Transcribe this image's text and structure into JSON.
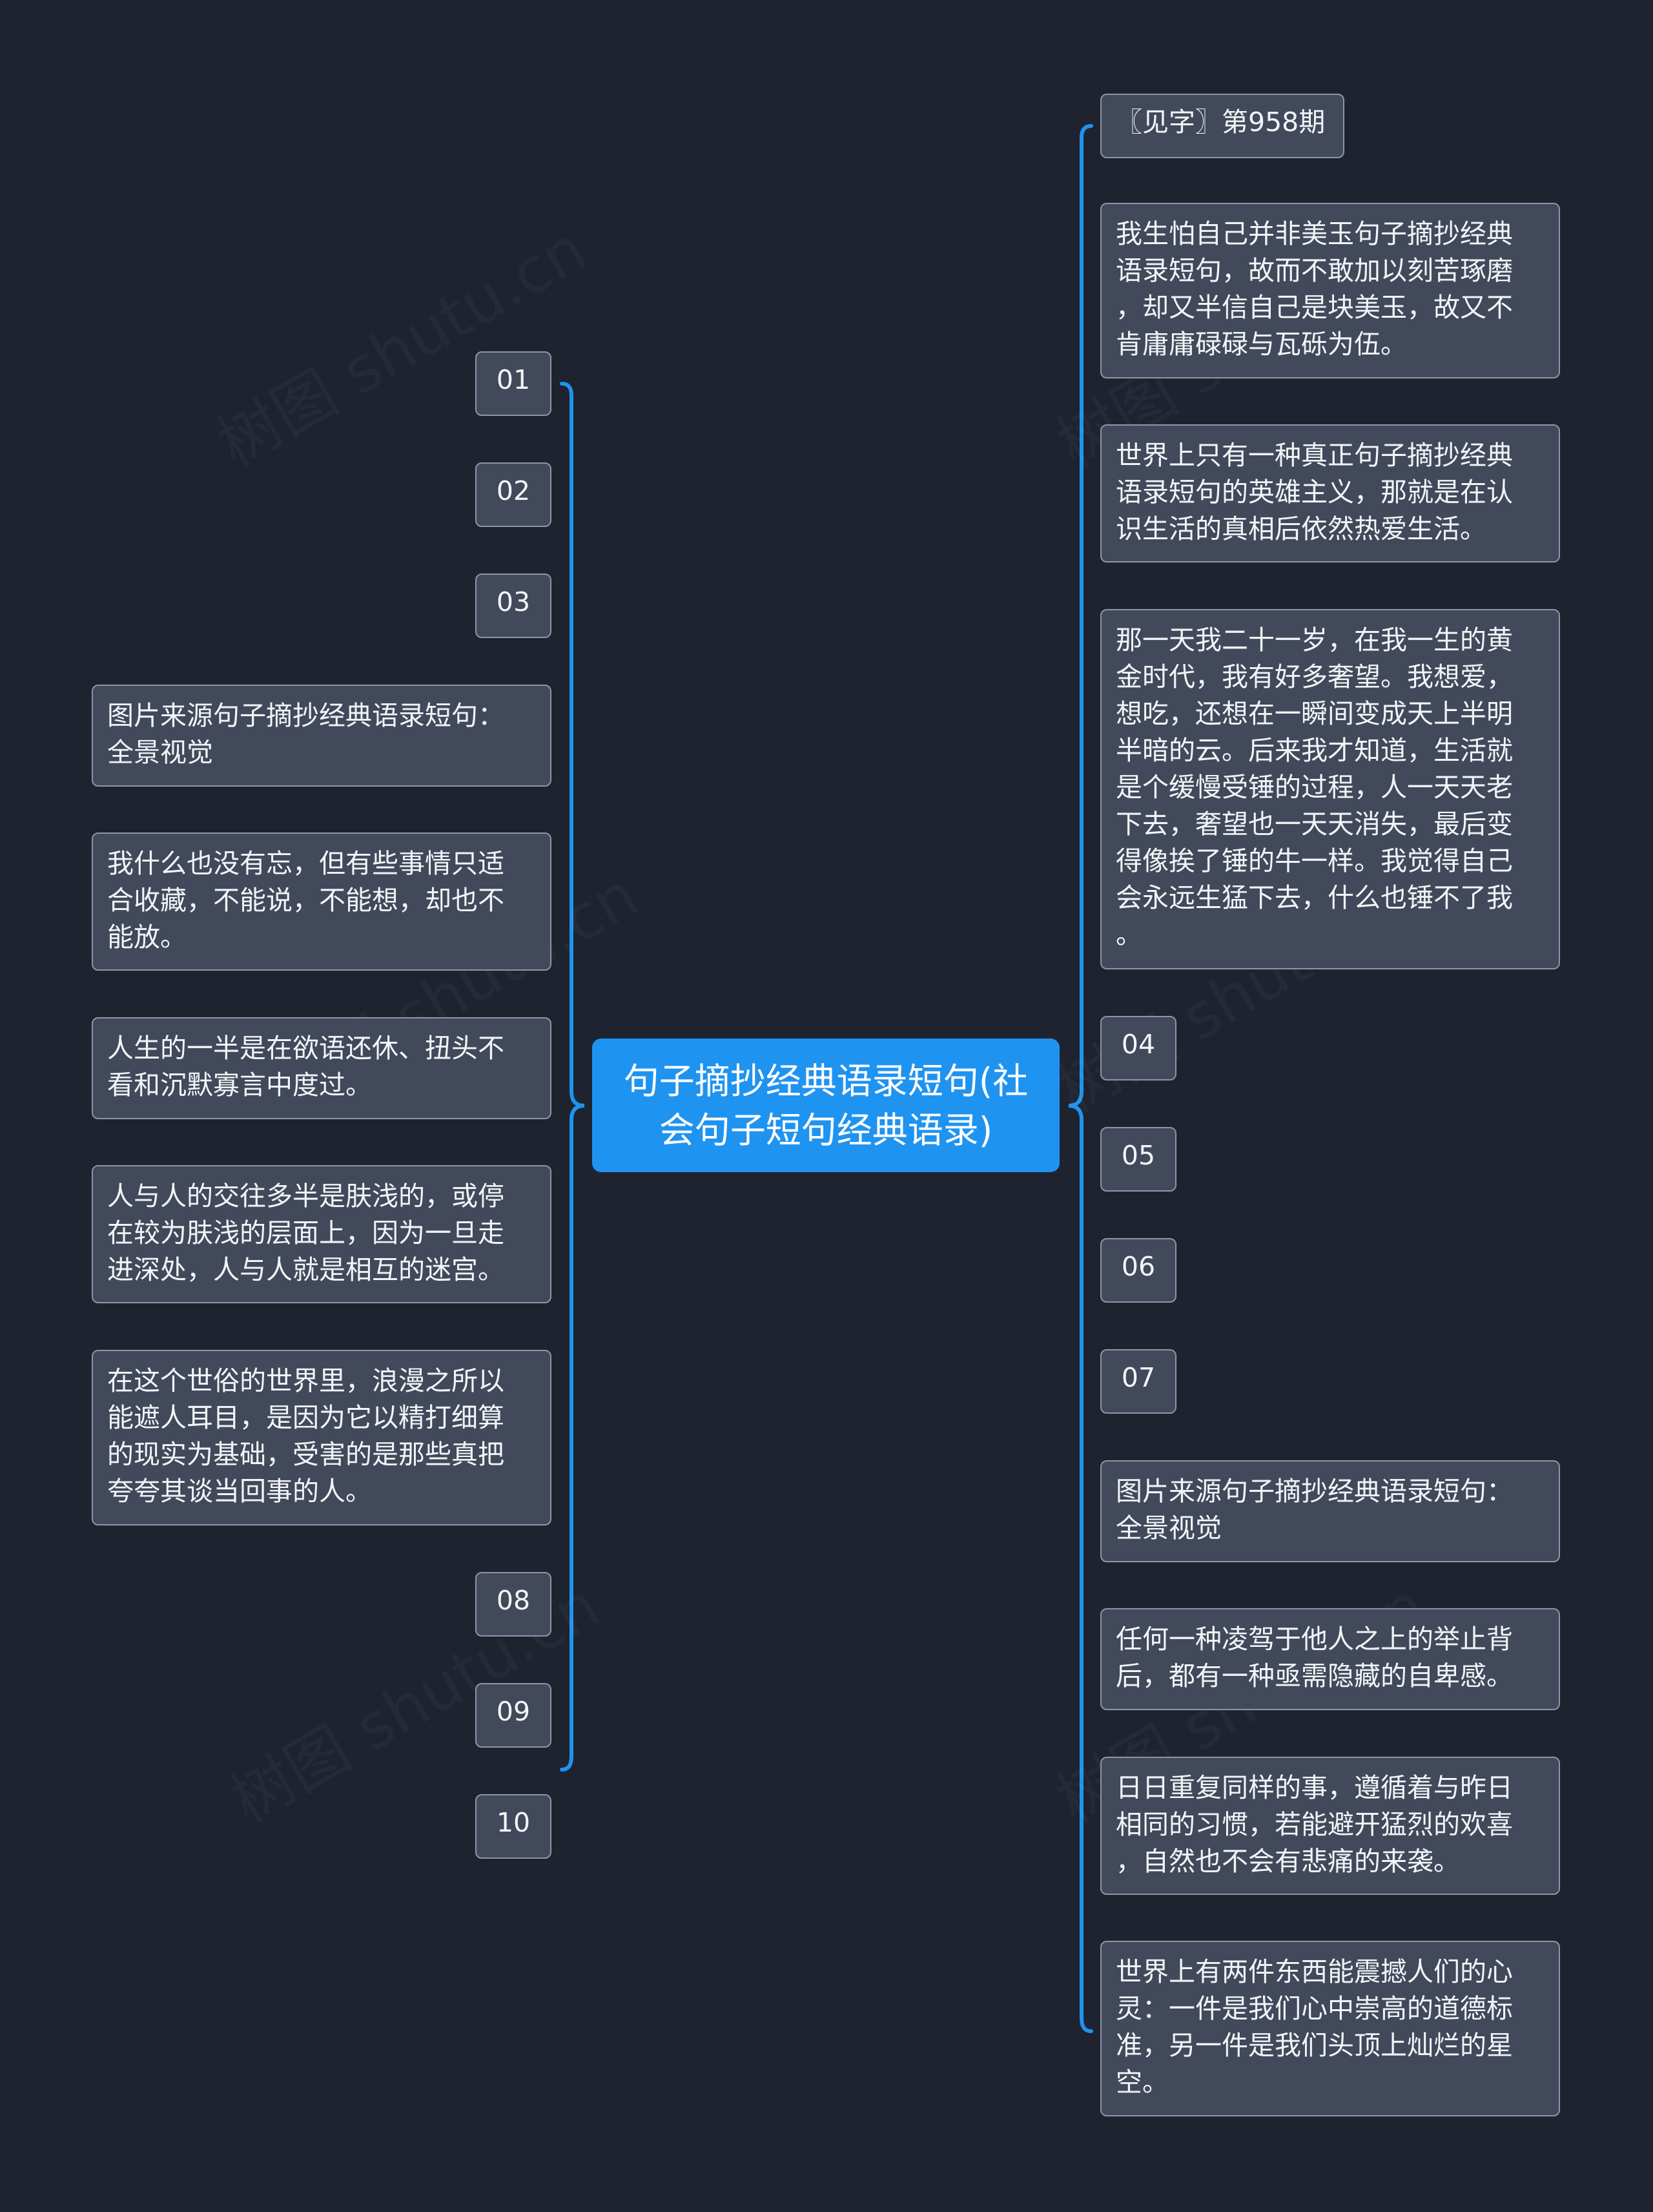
{
  "colors": {
    "background": "#1f2330",
    "connector": "#1f93f0",
    "node_fill": "#41495a",
    "node_border": "#8d96a6",
    "center_fill": "#1f93f0"
  },
  "center": {
    "text": "句子摘抄经典语录短句(社\n会句子短句经典语录)"
  },
  "left": [
    {
      "text": "01"
    },
    {
      "text": "02"
    },
    {
      "text": "03"
    },
    {
      "text": "图片来源句子摘抄经典语录短句：\n全景视觉"
    },
    {
      "text": "我什么也没有忘，但有些事情只适\n合收藏，不能说，不能想，却也不\n能放。"
    },
    {
      "text": "人生的一半是在欲语还休、扭头不\n看和沉默寡言中度过。"
    },
    {
      "text": "人与人的交往多半是肤浅的，或停\n在较为肤浅的层面上，因为一旦走\n进深处，人与人就是相互的迷宫。"
    },
    {
      "text": "在这个世俗的世界里，浪漫之所以\n能遮人耳目，是因为它以精打细算\n的现实为基础，受害的是那些真把\n夸夸其谈当回事的人。"
    },
    {
      "text": "08"
    },
    {
      "text": "09"
    },
    {
      "text": "10"
    }
  ],
  "right": [
    {
      "text": "〖见字〗第958期"
    },
    {
      "text": "我生怕自己并非美玉句子摘抄经典\n语录短句，故而不敢加以刻苦琢磨\n，却又半信自己是块美玉，故又不\n肯庸庸碌碌与瓦砾为伍。"
    },
    {
      "text": "世界上只有一种真正句子摘抄经典\n语录短句的英雄主义，那就是在认\n识生活的真相后依然热爱生活。"
    },
    {
      "text": "那一天我二十一岁，在我一生的黄\n金时代，我有好多奢望。我想爱，\n想吃，还想在一瞬间变成天上半明\n半暗的云。后来我才知道，生活就\n是个缓慢受锤的过程，人一天天老\n下去，奢望也一天天消失，最后变\n得像挨了锤的牛一样。我觉得自己\n会永远生猛下去，什么也锤不了我\n。"
    },
    {
      "text": "04"
    },
    {
      "text": "05"
    },
    {
      "text": "06"
    },
    {
      "text": "07"
    },
    {
      "text": "图片来源句子摘抄经典语录短句：\n全景视觉"
    },
    {
      "text": "任何一种凌驾于他人之上的举止背\n后，都有一种亟需隐藏的自卑感。"
    },
    {
      "text": "日日重复同样的事，遵循着与昨日\n相同的习惯，若能避开猛烈的欢喜\n，自然也不会有悲痛的来袭。"
    },
    {
      "text": "世界上有两件东西能震撼人们的心\n灵：一件是我们心中崇高的道德标\n准，另一件是我们头顶上灿烂的星\n空。"
    }
  ]
}
